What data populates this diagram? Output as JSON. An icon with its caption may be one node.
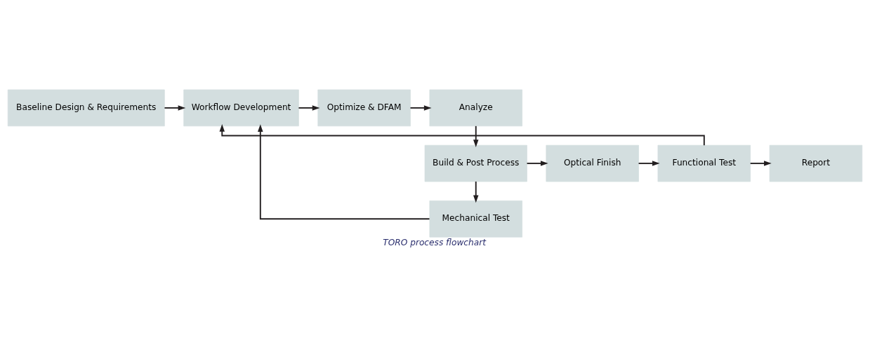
{
  "diagram": {
    "caption": "TORO process flowchart",
    "nodes": [
      {
        "text": [
          "Baseline Design & Requirements"
        ]
      },
      {
        "text": [
          "Workflow Development"
        ]
      },
      {
        "text": [
          "Optimize & DFAM"
        ]
      },
      {
        "text": [
          "Analyze"
        ]
      },
      {
        "text": [
          "Build & Post Process"
        ]
      },
      {
        "text": [
          "Optical Finish"
        ]
      },
      {
        "text": [
          "Functional Test"
        ]
      },
      {
        "text": [
          "Report"
        ]
      },
      {
        "text": [
          "Mechanical Test"
        ]
      }
    ],
    "edges": [
      {
        "from": 0,
        "to": 1,
        "arrow": "to"
      },
      {
        "from": 1,
        "to": 2,
        "arrow": "to"
      },
      {
        "from": 2,
        "to": 3,
        "arrow": "to"
      },
      {
        "from": 3,
        "to": 4,
        "arrow": "to"
      },
      {
        "from": 4,
        "to": 5,
        "arrow": "to"
      },
      {
        "from": 5,
        "to": 6,
        "arrow": "to"
      },
      {
        "from": 6,
        "to": 7,
        "arrow": "to"
      },
      {
        "from": 4,
        "to": 8,
        "arrow": "to"
      },
      {
        "from": 8,
        "to": 1,
        "arrow": "to"
      },
      {
        "from": 6,
        "to": 1,
        "arrow": "to"
      }
    ]
  }
}
